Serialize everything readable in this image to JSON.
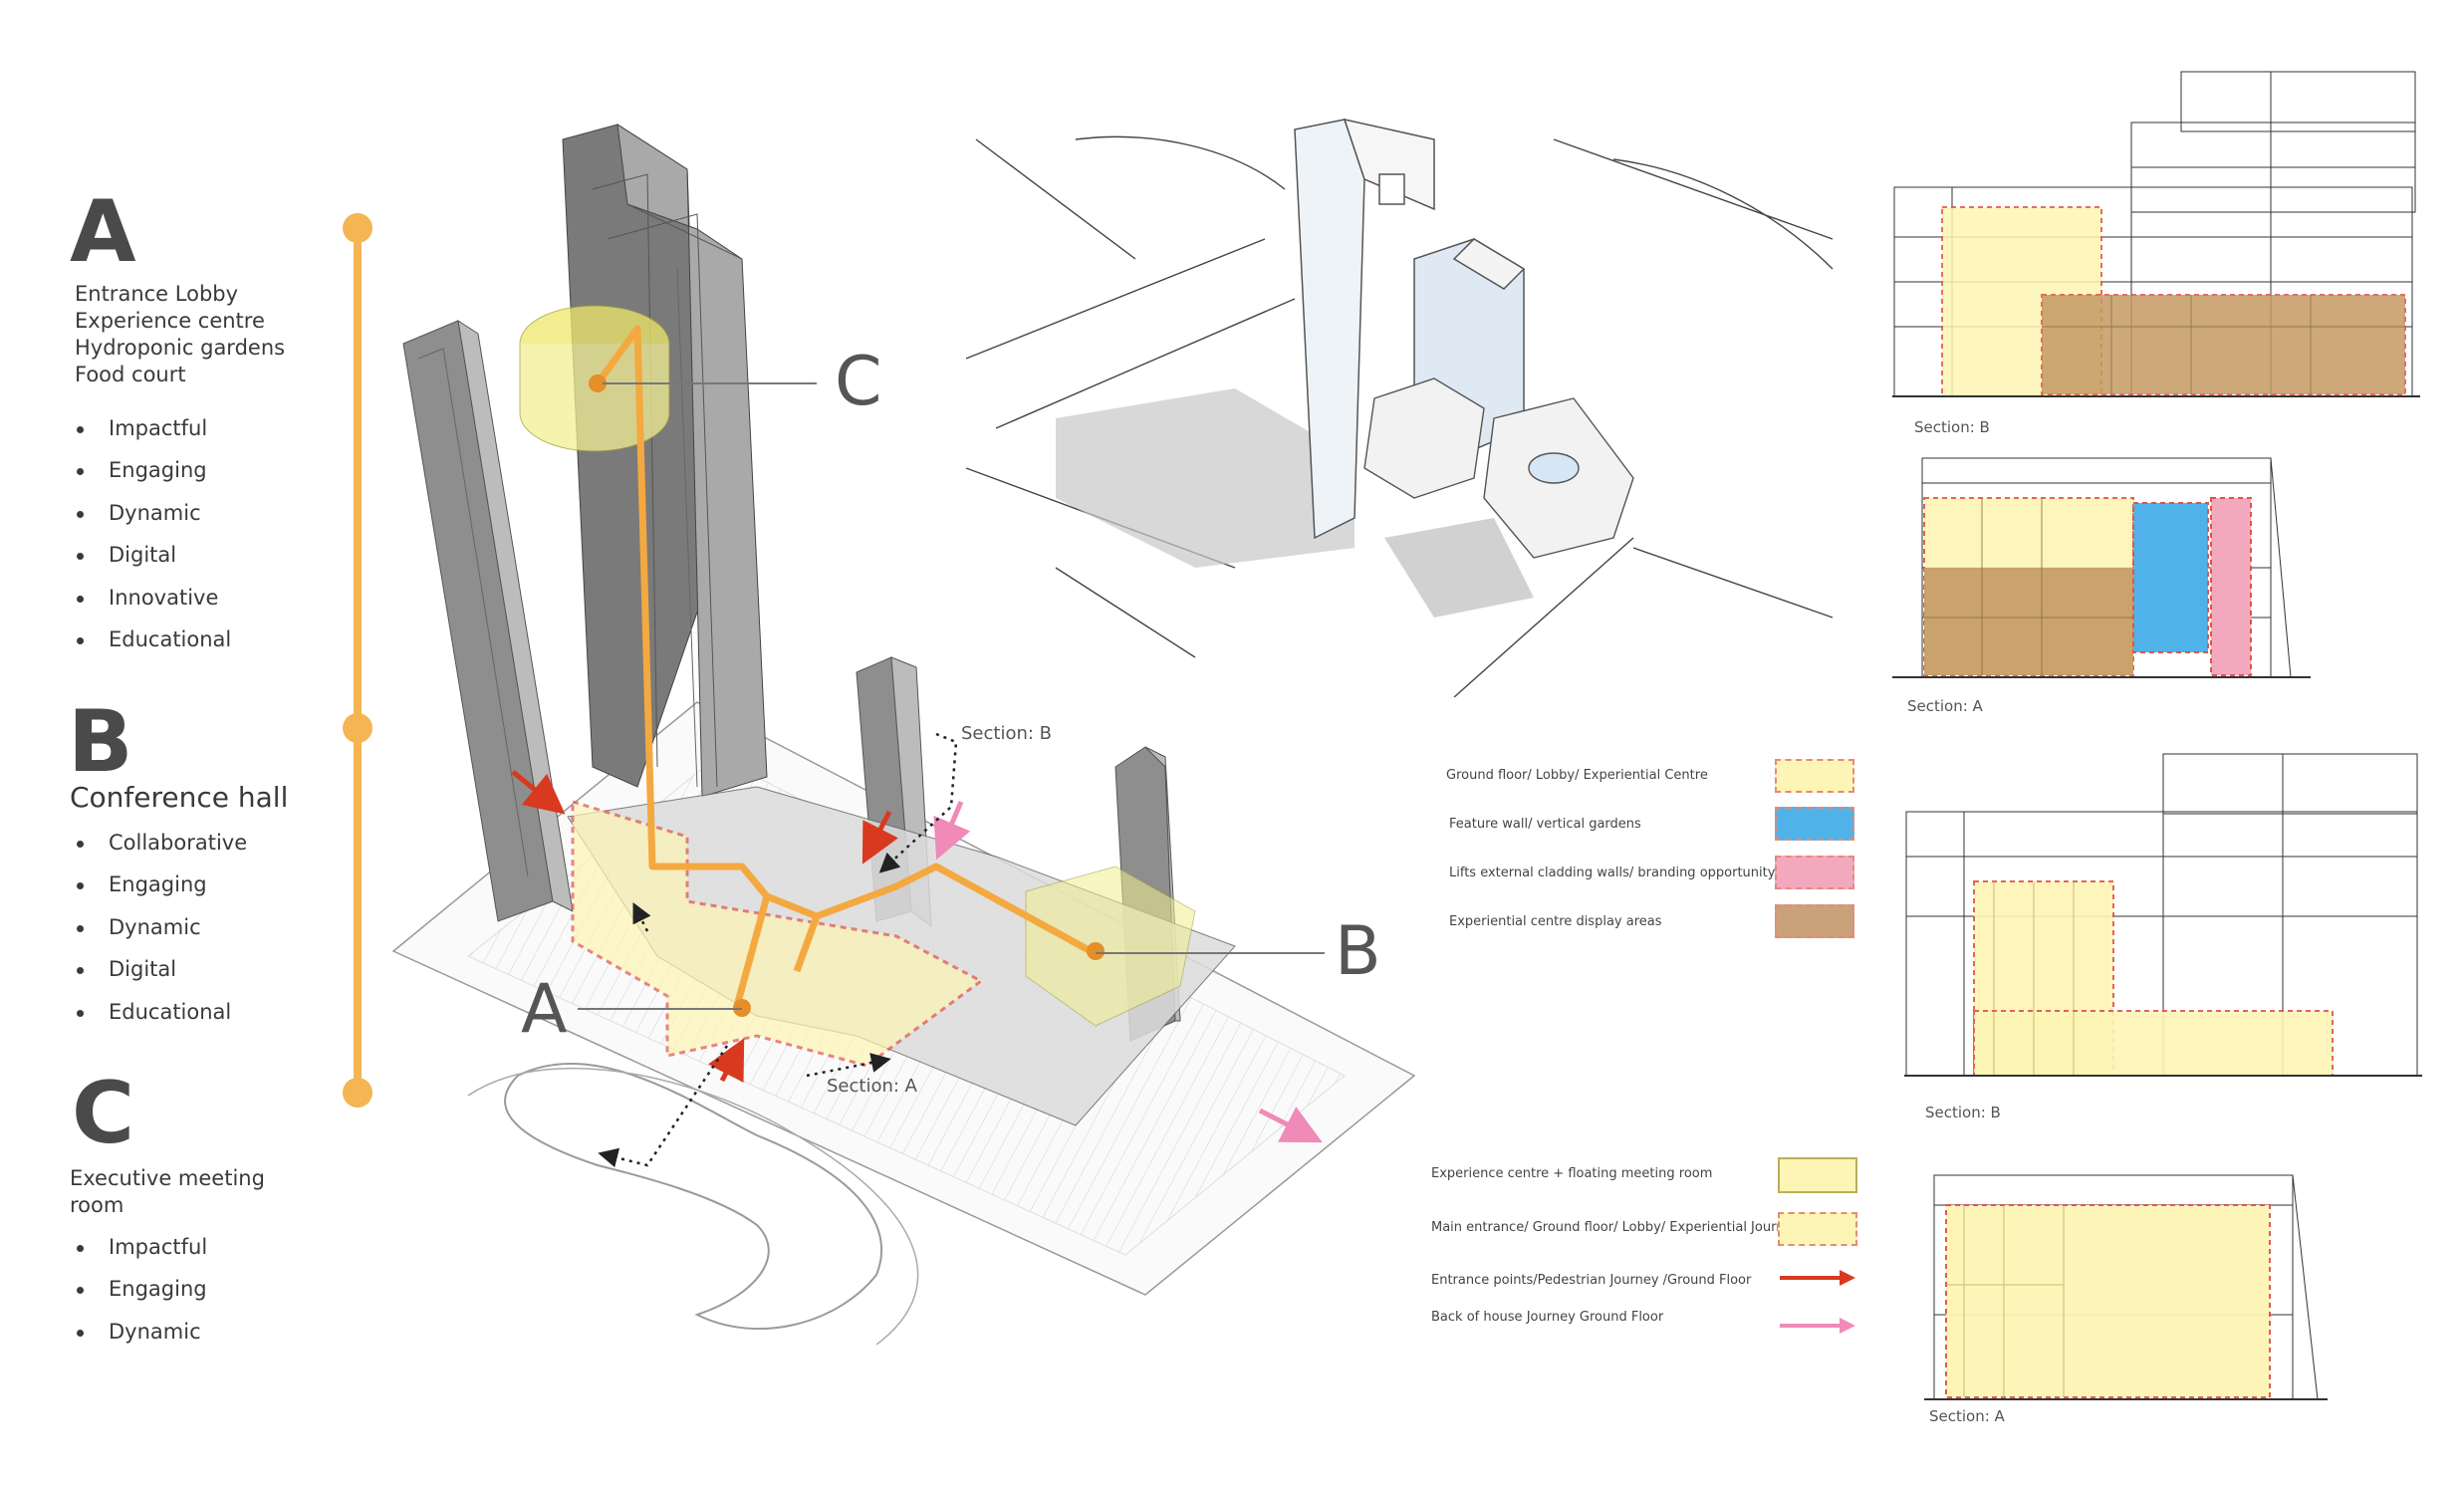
{
  "sections": {
    "a": {
      "letter": "A",
      "lines": [
        "Entrance Lobby",
        "Experience centre",
        "Hydroponic gardens",
        "Food court"
      ],
      "bullets": [
        "Impactful",
        "Engaging",
        "Dynamic",
        "Digital",
        "Innovative",
        "Educational"
      ]
    },
    "b": {
      "letter": "B",
      "title": "Conference hall",
      "bullets": [
        "Collaborative",
        "Engaging",
        "Dynamic",
        "Digital",
        "Educational"
      ]
    },
    "c": {
      "letter": "C",
      "lines": [
        "Executive meeting",
        "room"
      ],
      "bullets": [
        "Impactful",
        "Engaging",
        "Dynamic"
      ]
    }
  },
  "axonometric": {
    "callouts": {
      "a": "A",
      "b": "B",
      "c": "C"
    },
    "section_b_label": "Section: B",
    "section_a_label": "Section: A"
  },
  "legend_top": [
    {
      "label": "Ground floor/ Lobby/ Experiential Centre",
      "fill": "#fdf5b5",
      "border": "#e58a7a",
      "dashed": true
    },
    {
      "label": "Feature wall/ vertical gardens",
      "fill": "#4fb3ea",
      "border": "#e58a7a",
      "dashed": true
    },
    {
      "label": "Lifts external cladding walls/ branding opportunity",
      "fill": "#f3a9bd",
      "border": "#e58a7a",
      "dashed": true
    },
    {
      "label": "Experiential centre display areas",
      "fill": "#c9a27a",
      "border": "#e58a7a",
      "dashed": true
    }
  ],
  "legend_bottom": [
    {
      "label": "Experience centre + floating meeting room",
      "kind": "box",
      "fill": "#fdf5b5",
      "border": "#b9ae5a"
    },
    {
      "label": "Main entrance/ Ground floor/ Lobby/ Experiential Journey",
      "kind": "box",
      "fill": "#fdf5b5",
      "border": "#e58a7a"
    },
    {
      "label": "Entrance  points/Pedestrian Journey /Ground Floor",
      "kind": "arrow",
      "color": "#d93a1f"
    },
    {
      "label": "Back of house Journey Ground Floor",
      "kind": "arrow",
      "color": "#f08ab8"
    }
  ],
  "section_drawings": [
    {
      "caption": "Section: B"
    },
    {
      "caption": "Section: A"
    },
    {
      "caption": "Section: B"
    },
    {
      "caption": "Section: A"
    }
  ],
  "colors": {
    "timeline": "#f4b552",
    "lobby": "#fdf5b5",
    "feature_wall": "#4fb3ea",
    "lifts": "#f3a9bd",
    "display": "#c9a27a",
    "entrance_arrow": "#d93a1f",
    "boh_arrow": "#f08ab8"
  }
}
